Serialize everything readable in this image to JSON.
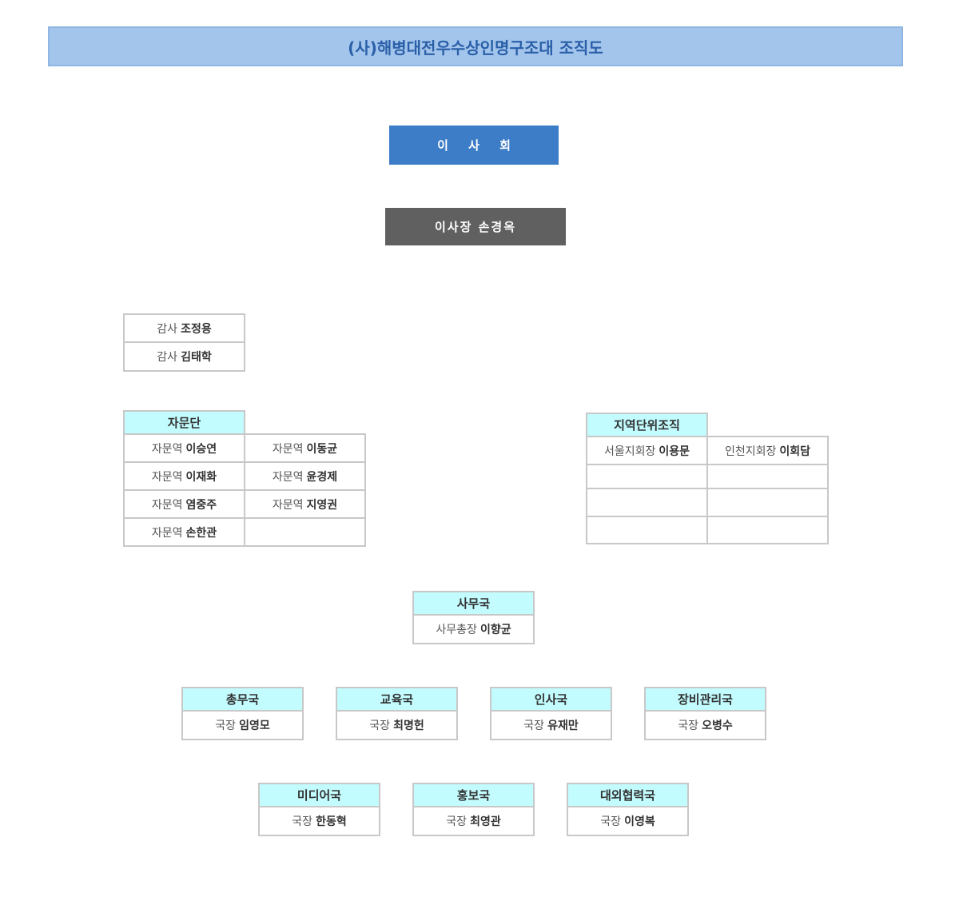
{
  "title": "(사)해병대전우수상인명구조대 조직도",
  "board": "이 사 회",
  "chairman": "이사장 손경옥",
  "auditors": [
    {
      "role": "감사",
      "name": "조정용"
    },
    {
      "role": "감사",
      "name": "김태학"
    }
  ],
  "advisory": {
    "title": "자문단",
    "members": [
      {
        "role": "자문역",
        "name": "이승연"
      },
      {
        "role": "자문역",
        "name": "이동균"
      },
      {
        "role": "자문역",
        "name": "이재화"
      },
      {
        "role": "자문역",
        "name": "윤경제"
      },
      {
        "role": "자문역",
        "name": "염중주"
      },
      {
        "role": "자문역",
        "name": "지영권"
      },
      {
        "role": "자문역",
        "name": "손한관"
      }
    ]
  },
  "regional": {
    "title": "지역단위조직",
    "members": [
      {
        "role": "서울지회장",
        "name": "이용문"
      },
      {
        "role": "인천지회장",
        "name": "이회담"
      }
    ]
  },
  "secretariat": {
    "title": "사무국",
    "role": "사무총장",
    "name": "이향균"
  },
  "departments": [
    {
      "title": "총무국",
      "role": "국장",
      "name": "임영모"
    },
    {
      "title": "교육국",
      "role": "국장",
      "name": "최명헌"
    },
    {
      "title": "인사국",
      "role": "국장",
      "name": "유재만"
    },
    {
      "title": "장비관리국",
      "role": "국장",
      "name": "오병수"
    },
    {
      "title": "미디어국",
      "role": "국장",
      "name": "한동혁"
    },
    {
      "title": "홍보국",
      "role": "국장",
      "name": "최영관"
    },
    {
      "title": "대외협력국",
      "role": "국장",
      "name": "이영복"
    }
  ]
}
